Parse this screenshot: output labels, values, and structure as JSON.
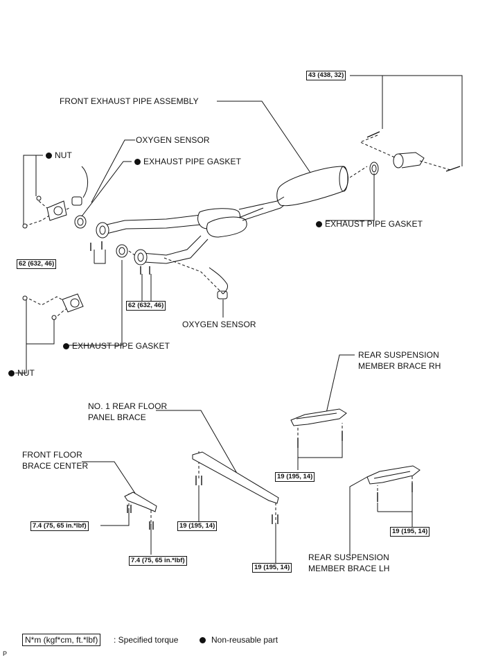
{
  "labels": {
    "front_exhaust_pipe_assembly": "FRONT EXHAUST PIPE ASSEMBLY",
    "oxygen_sensor_top": "OXYGEN SENSOR",
    "exhaust_pipe_gasket_top": "EXHAUST PIPE GASKET",
    "nut_top": "NUT",
    "exhaust_pipe_gasket_right": "EXHAUST PIPE GASKET",
    "oxygen_sensor_bottom": "OXYGEN SENSOR",
    "exhaust_pipe_gasket_bottom": "EXHAUST PIPE GASKET",
    "nut_bottom": "NUT",
    "rear_suspension_member_brace_rh_line1": "REAR SUSPENSION",
    "rear_suspension_member_brace_rh_line2": "MEMBER BRACE RH",
    "no1_rear_floor_panel_brace_line1": "NO. 1 REAR FLOOR",
    "no1_rear_floor_panel_brace_line2": "PANEL BRACE",
    "front_floor_brace_center_line1": "FRONT FLOOR",
    "front_floor_brace_center_line2": "BRACE CENTER",
    "rear_suspension_member_brace_lh_line1": "REAR SUSPENSION",
    "rear_suspension_member_brace_lh_line2": "MEMBER BRACE LH"
  },
  "torques": {
    "t_43": "43 (438, 32)",
    "t_62_left": "62 (632, 46)",
    "t_62_center": "62 (632, 46)",
    "t_19_rh": "19 (195, 14)",
    "t_19_lh": "19 (195, 14)",
    "t_19_panel_left": "19 (195, 14)",
    "t_19_panel_right": "19 (195, 14)",
    "t_74_upper": "7.4 (75, 65 in.*lbf)",
    "t_74_lower": "7.4 (75, 65 in.*lbf)"
  },
  "legend": {
    "torque_unit": "N*m (kgf*cm, ft.*lbf)",
    "torque_desc": ": Specified torque",
    "nonreusable_desc": "Non-reusable part"
  },
  "footer": {
    "code": "P"
  },
  "colors": {
    "ink": "#111111",
    "background": "#ffffff"
  }
}
